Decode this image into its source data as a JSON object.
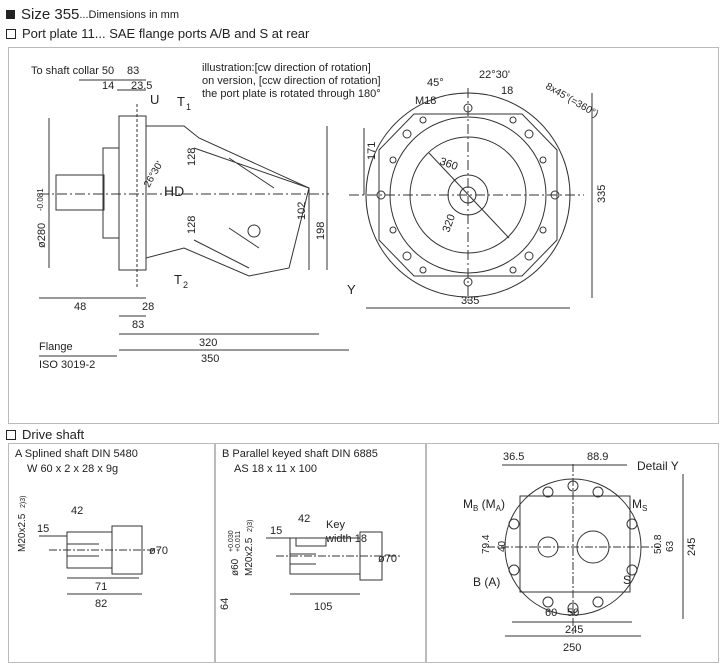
{
  "header": {
    "size_label": "Size 355",
    "size_suffix": "...Dimensions in mm",
    "port_plate": "Port plate 11...  SAE flange ports A/B and S at rear"
  },
  "main_drawing": {
    "shaft_collar": "To shaft collar 50",
    "dim_83_top": "83",
    "dim_23_5": "23.5",
    "dim_14": "14",
    "label_U": "U",
    "label_T1": "T",
    "sub_1": "1",
    "label_T2": "T",
    "sub_2": "2",
    "illustration_1": "illustration:[cw direction of rotation]",
    "illustration_2": "on version, [ccw direction of rotation]",
    "illustration_3": "the port plate is rotated through 180°",
    "dia_280": "ø280",
    "tol_280": "-0.081",
    "dim_128_a": "128",
    "dim_128_b": "128",
    "angle_26": "26°30'",
    "label_HD": "HD",
    "dim_102": "102",
    "dim_198": "198",
    "label_Y": "Y",
    "dim_48": "48",
    "dim_28": "28",
    "dim_83_bot": "83",
    "dim_320": "320",
    "dim_350": "350",
    "flange": "Flange",
    "iso": "ISO 3019-2",
    "angle_45": "45°",
    "angle_22": "22°30'",
    "dim_M18": "M18",
    "dim_18": "18",
    "dim_8x45": "8x45°(=360°)",
    "dim_171": "171",
    "dim_360": "360",
    "dim_320_end": "320",
    "dim_335_right": "335",
    "dim_335_bottom": "335"
  },
  "drive_shaft": {
    "title": "Drive shaft",
    "a_title": "A  Splined shaft   DIN 5480",
    "a_sub": "W 60 x 2 x 28 x 9g",
    "a_m20": "M20x2.5",
    "a_m20_sup": "2)3)",
    "a_42": "42",
    "a_15": "15",
    "a_70": "ø70",
    "a_71": "71",
    "a_82": "82",
    "b_title": "B  Parallel keyed shaft   DIN 6885",
    "b_sub": "AS 18 x 11 x 100",
    "b_60": "ø60",
    "b_60_tol_top": "+0.030",
    "b_60_tol_bot": "+0.011",
    "b_m20": "M20x2.5",
    "b_m20_sup": "2)3)",
    "b_15": "15",
    "b_42": "42",
    "b_key": "Key",
    "b_key_width": "width 18",
    "b_64": "64",
    "b_70": "ø70",
    "b_105": "105",
    "y_title": "Detail Y",
    "y_36_5": "36.5",
    "y_88_9": "88.9",
    "y_MB": "M",
    "y_MB_sub": "B",
    "y_MA_open": " (M",
    "y_MA_sub": "A",
    "y_MA_close": ")",
    "y_MS": "M",
    "y_MS_sub": "S",
    "y_79_4": "79.4",
    "y_40": "40",
    "y_50_8": "50.8",
    "y_63": "63",
    "y_245_right": "245",
    "y_BA": "B (A)",
    "y_S": "S",
    "y_60": "60",
    "y_50": "50",
    "y_245_bottom": "245",
    "y_250": "250"
  }
}
